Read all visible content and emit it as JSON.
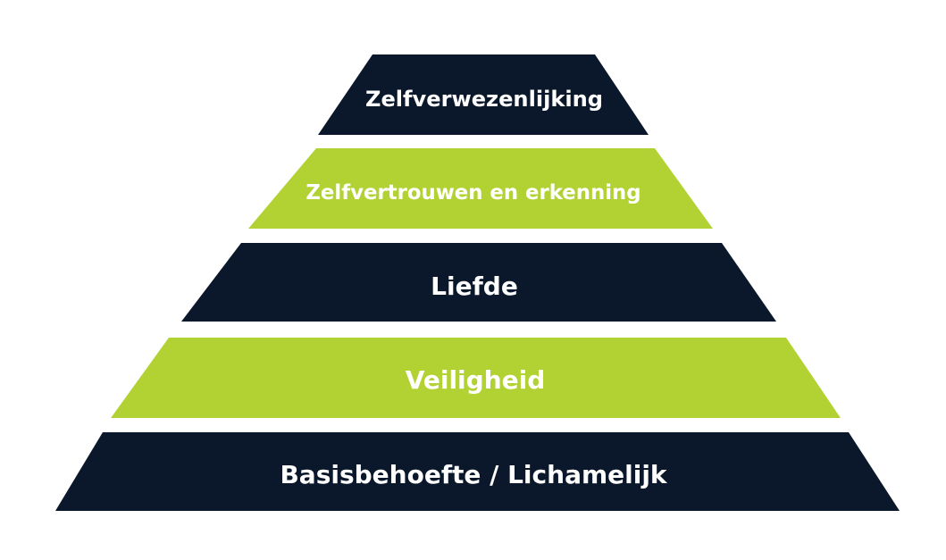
{
  "diagram": {
    "levels": [
      {
        "label": "Zelfverwezenlijking",
        "color": "#0b182b"
      },
      {
        "label": "Zelfvertrouwen en erkenning",
        "color": "#b2d234"
      },
      {
        "label": "Liefde",
        "color": "#0b182b"
      },
      {
        "label": "Veiligheid",
        "color": "#b2d234"
      },
      {
        "label": "Basisbehoefte / Lichamelijk",
        "color": "#0b182b"
      }
    ]
  }
}
